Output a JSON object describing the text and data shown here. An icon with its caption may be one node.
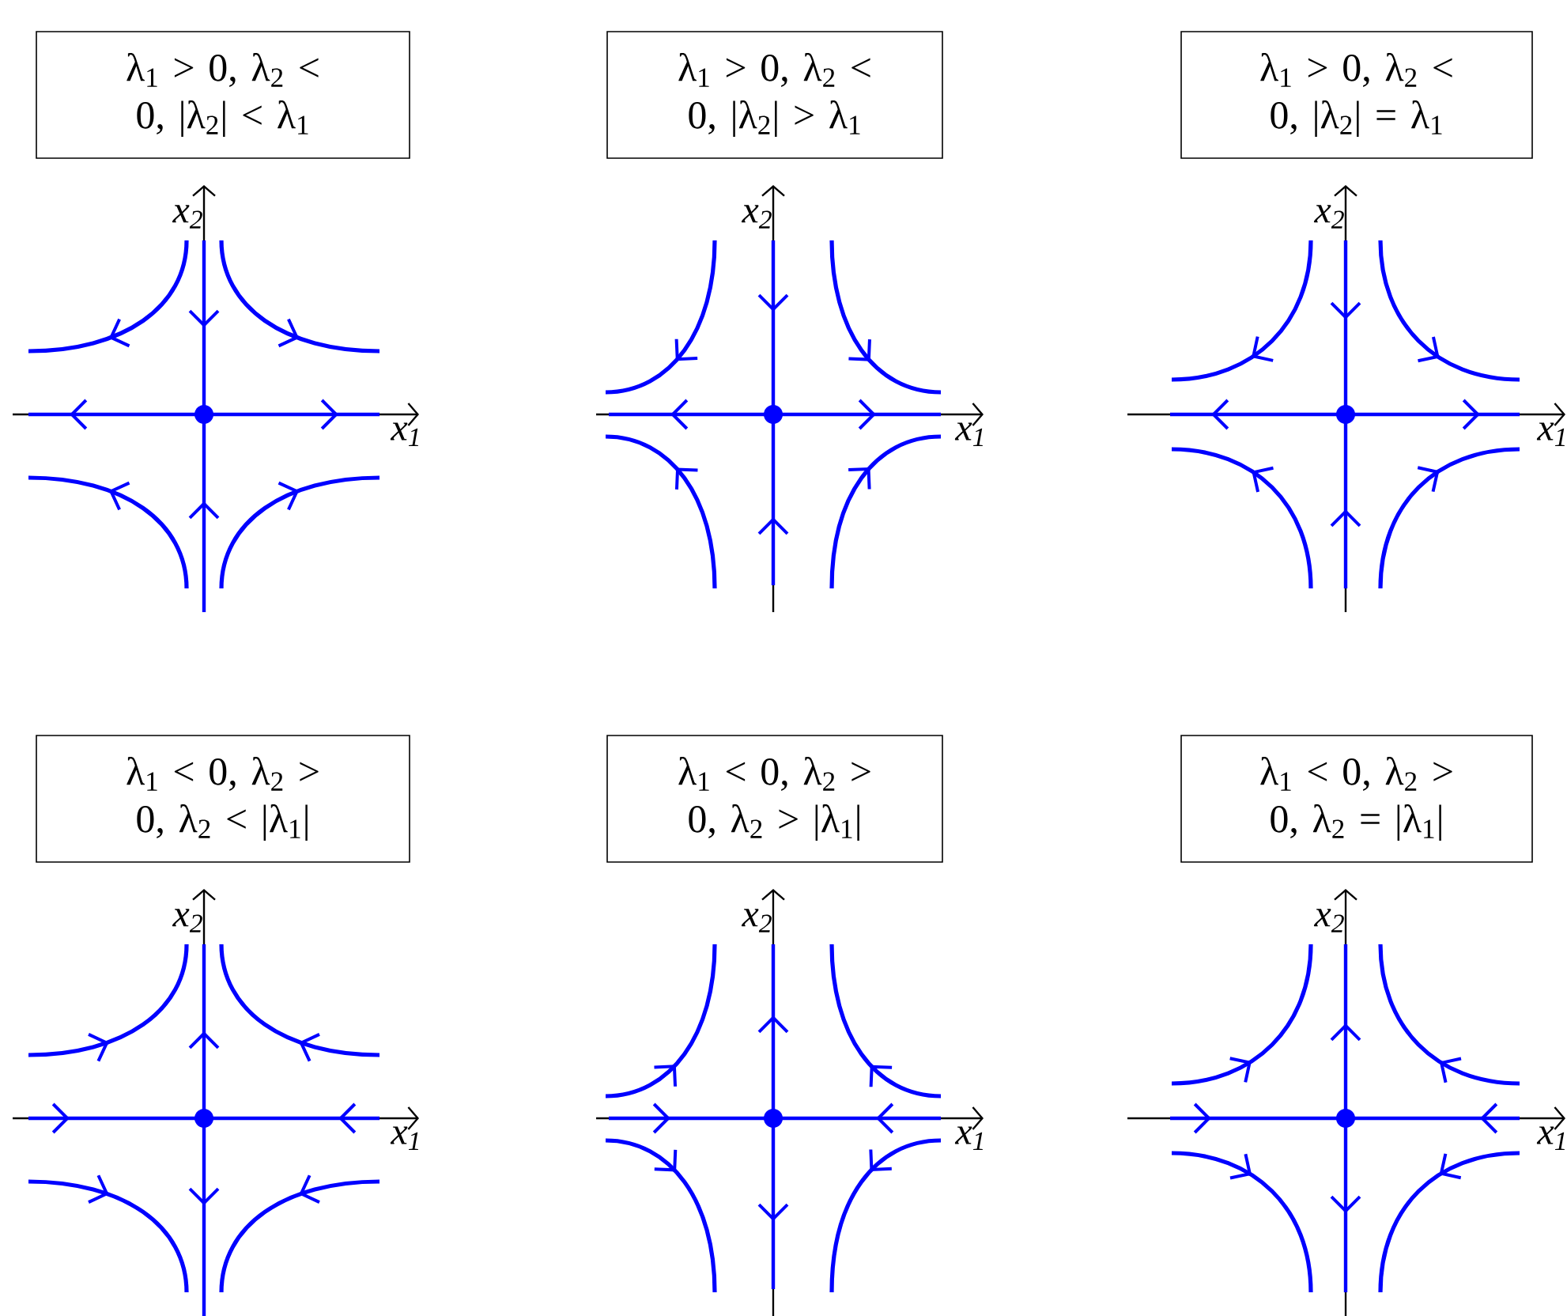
{
  "diagram": {
    "nodes": [
      {
        "text": [
          "λ$_{1}$ > 0, λ$_{2}$ < 0, |λ$_{2}$| < λ$_{1}$"
        ]
      },
      {
        "text": [
          "λ$_{1}$ > 0, λ$_{2}$ < 0, |λ$_{2}$| > λ$_{1}$"
        ]
      },
      {
        "text": [
          "λ$_{1}$ > 0, λ$_{2}$ < 0, |λ$_{2}$| = λ$_{1}$"
        ]
      },
      {
        "text": [
          "λ$_{1}$ < 0, λ$_{2}$ > 0, λ$_{2}$ < |λ$_{1}$|"
        ]
      },
      {
        "text": [
          "λ$_{1}$ < 0, λ$_{2}$ > 0, λ$_{2}$ > |λ$_{1}$|"
        ]
      },
      {
        "text": [
          "λ$_{1}$ < 0, λ$_{2}$ > 0, λ$_{2}$ = |λ$_{1}$|"
        ]
      }
    ],
    "labels": [
      "x$_{2}$",
      "x$_{1}$",
      "x$_{2}$",
      "x$_{1}$",
      "x$_{2}$",
      "x$_{1}$",
      "x$_{2}$",
      "x$_{1}$",
      "x$_{2}$",
      "x$_{1}$",
      "x$_{2}$",
      "x$_{1}$"
    ]
  }
}
